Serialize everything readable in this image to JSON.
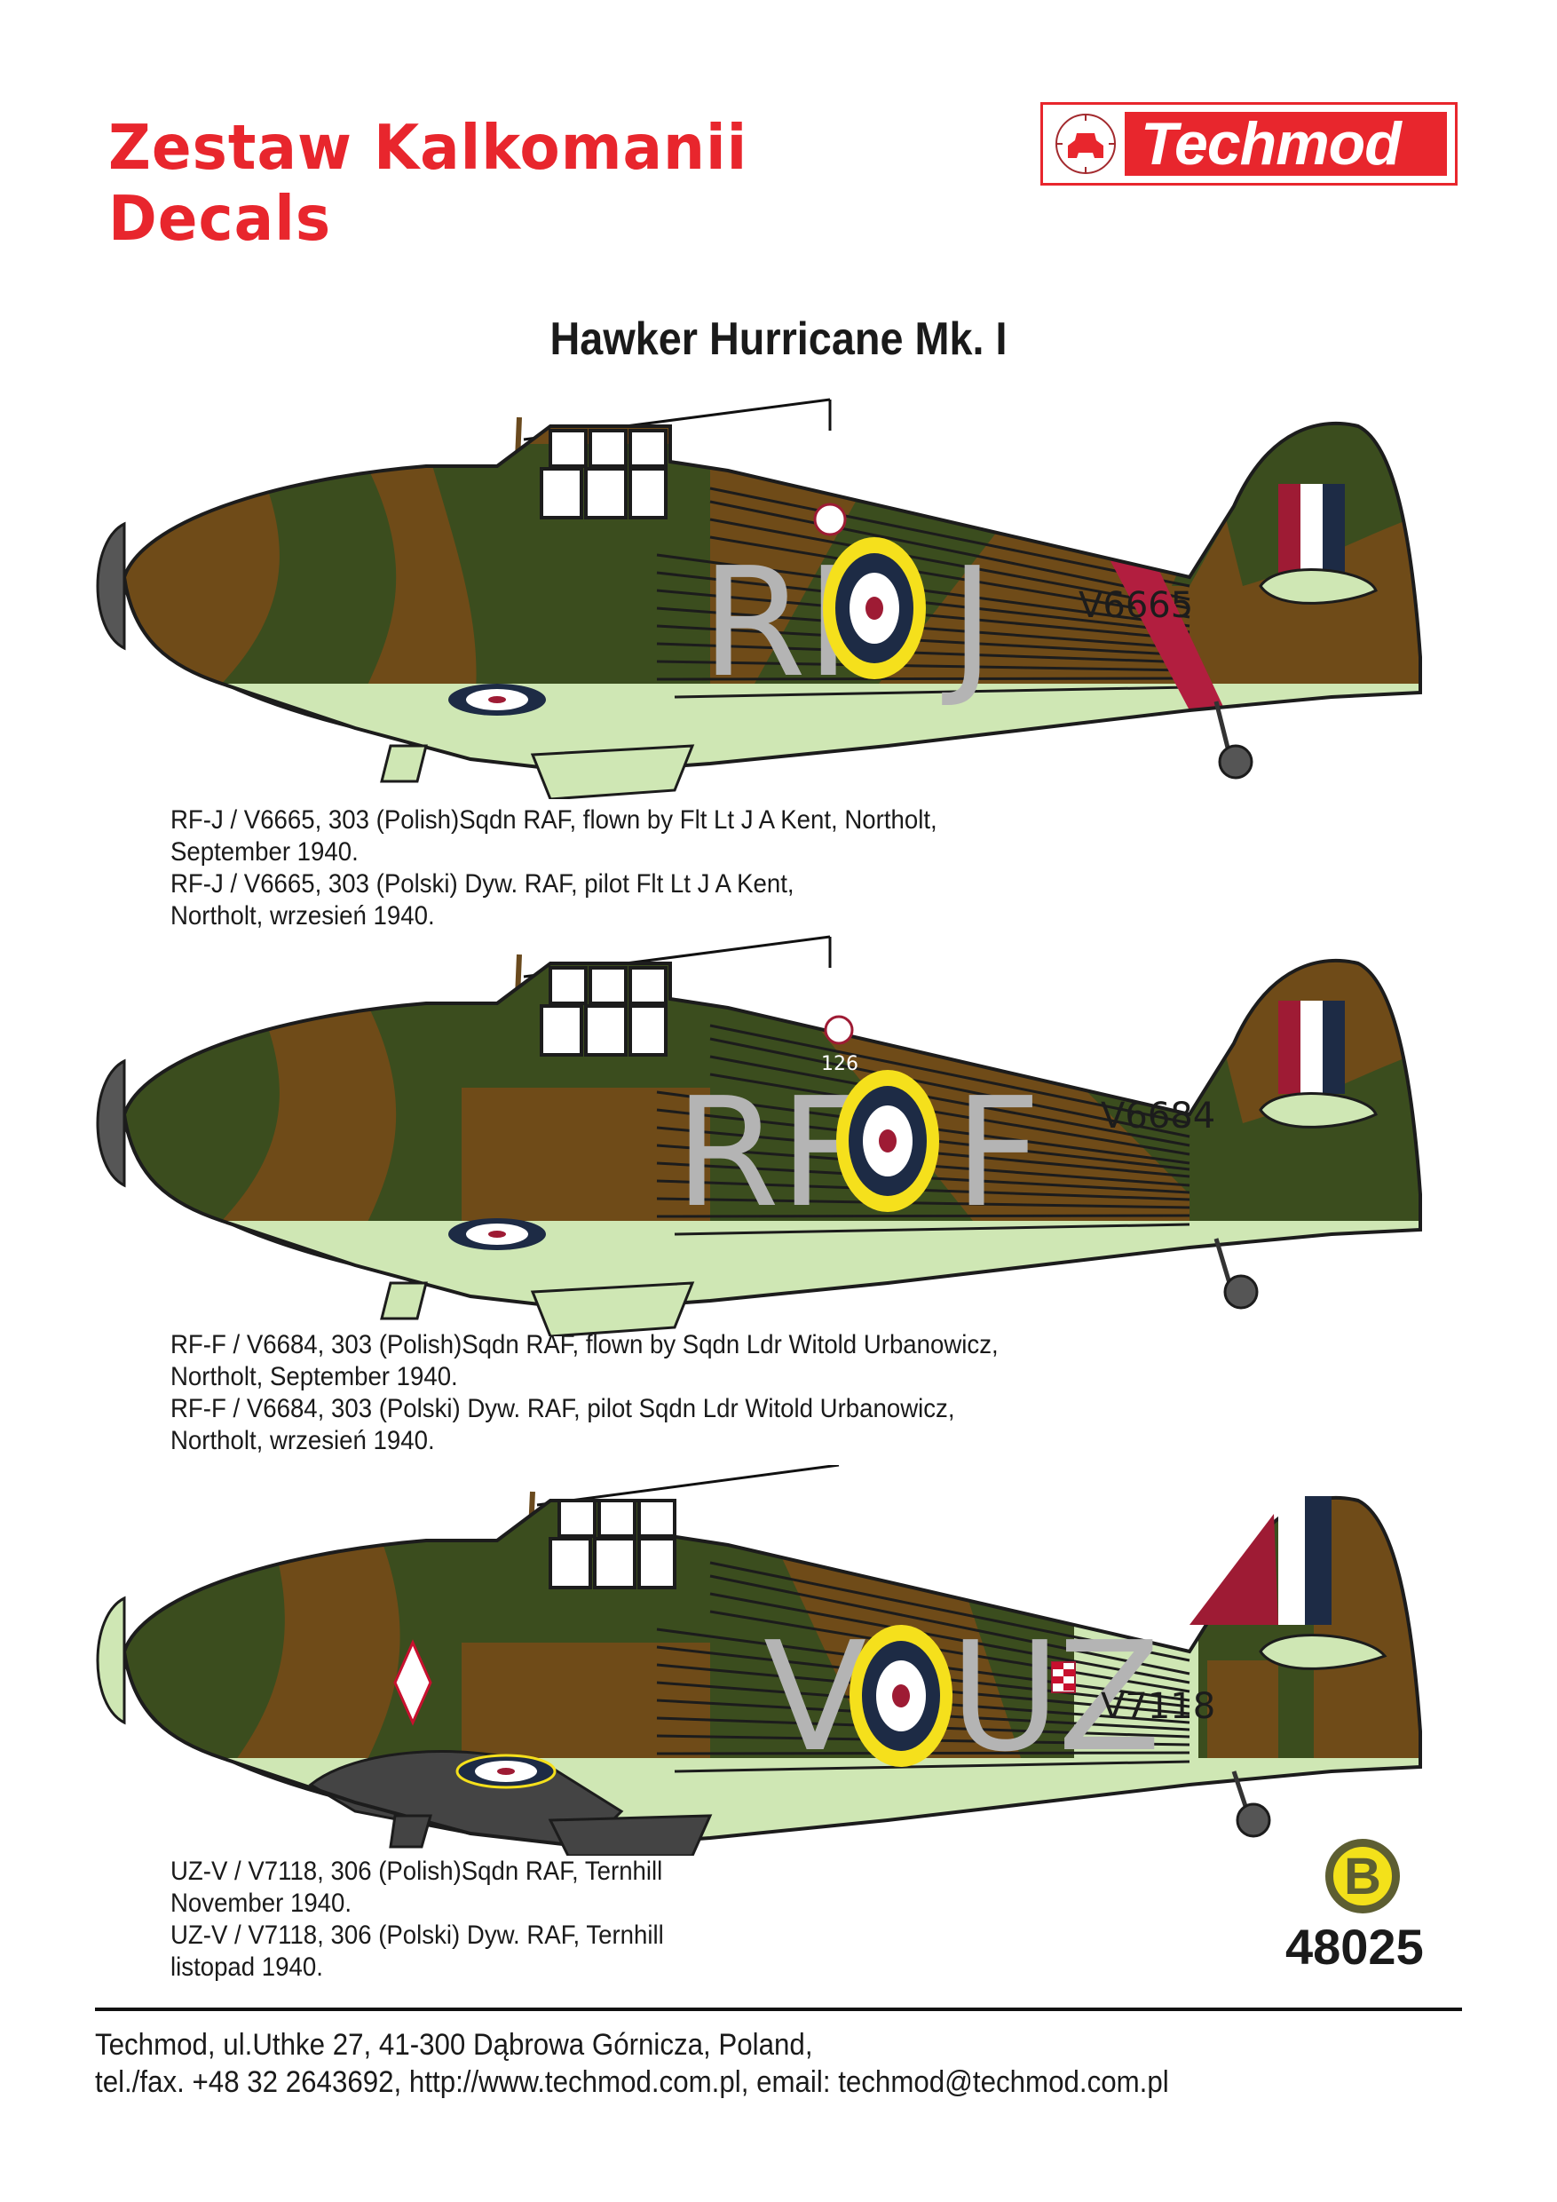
{
  "header": {
    "title_line1": "Zestaw Kalkomanii",
    "title_line2": "Decals",
    "brand": "Techmod",
    "brand_color": "#e8262d"
  },
  "main": {
    "heading": "Hawker Hurricane Mk. I",
    "aircraft": [
      {
        "code_left": "RF",
        "code_right": "J",
        "serial": "V6665",
        "underside": "sky",
        "fin_flash": "rectangular",
        "caption_en_1": "RF-J / V6665, 303 (Polish)Sqdn RAF, flown by Flt Lt J A Kent, Northolt,",
        "caption_en_2": "September 1940.",
        "caption_pl_1": "RF-J / V6665, 303 (Polski) Dyw. RAF, pilot Flt Lt J A Kent,",
        "caption_pl_2": "Northolt, wrzesień 1940."
      },
      {
        "code_left": "RF",
        "code_right": "F",
        "serial": "V6684",
        "kill_tally": "126",
        "underside": "sky",
        "fin_flash": "rectangular",
        "caption_en_1": "RF-F / V6684, 303 (Polish)Sqdn RAF, flown by Sqdn Ldr Witold Urbanowicz,",
        "caption_en_2": "Northolt, September 1940.",
        "caption_pl_1": "RF-F / V6684, 303 (Polski) Dyw. RAF, pilot Sqdn Ldr Witold Urbanowicz,",
        "caption_pl_2": "Northolt, wrzesień 1940."
      },
      {
        "code_left": "V",
        "code_right": "UZ",
        "serial": "V7118",
        "underside": "night-white",
        "fin_flash": "triangular",
        "caption_en_1": "UZ-V / V7118, 306 (Polish)Sqdn RAF, Ternhill",
        "caption_en_2": "November 1940.",
        "caption_pl_1": "UZ-V / V7118, 306 (Polski) Dyw. RAF, Ternhill",
        "caption_pl_2": "listopad 1940."
      }
    ],
    "colors": {
      "dark_earth": "#6f4b18",
      "dark_green": "#3b4d1e",
      "sky": "#cfe7b4",
      "roundel_yellow": "#f5e01c",
      "roundel_blue": "#1d2b45",
      "roundel_red": "#9e1b34",
      "code_grey": "#b4b4b4"
    }
  },
  "sheet": {
    "badge_letter": "B",
    "catalog_number": "48025"
  },
  "footer": {
    "address": "Techmod, ul.Uthke 27, 41-300 Dąbrowa Górnicza, Poland,",
    "contact": "tel./fax. +48 32 2643692, http://www.techmod.com.pl, email: techmod@techmod.com.pl"
  }
}
